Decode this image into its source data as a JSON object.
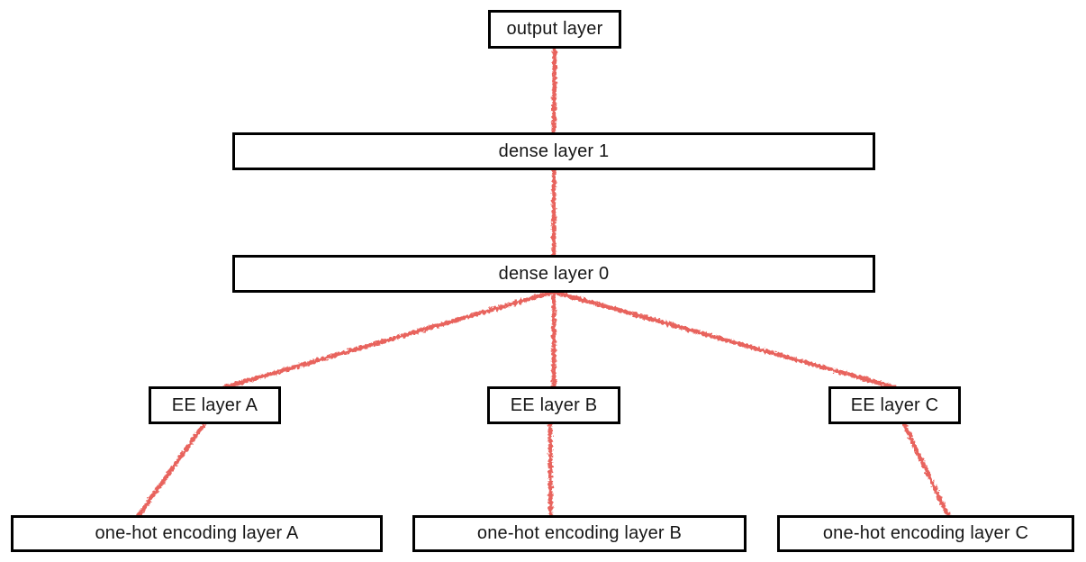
{
  "diagram": {
    "type": "neural-network-architecture",
    "edge_color": "#e8635d",
    "box_border_color": "#000000",
    "box_fill_color": "#ffffff",
    "nodes": {
      "output": {
        "label": "output layer"
      },
      "dense1": {
        "label": "dense layer 1"
      },
      "dense0": {
        "label": "dense layer 0"
      },
      "eeA": {
        "label": "EE layer A"
      },
      "eeB": {
        "label": "EE layer B"
      },
      "eeC": {
        "label": "EE layer C"
      },
      "onehotA": {
        "label": "one-hot encoding layer A"
      },
      "onehotB": {
        "label": "one-hot encoding layer B"
      },
      "onehotC": {
        "label": "one-hot encoding layer C"
      }
    },
    "edges": [
      {
        "from": "output",
        "to": "dense1"
      },
      {
        "from": "dense1",
        "to": "dense0"
      },
      {
        "from": "dense0",
        "to": "eeA"
      },
      {
        "from": "dense0",
        "to": "eeB"
      },
      {
        "from": "dense0",
        "to": "eeC"
      },
      {
        "from": "eeA",
        "to": "onehotA"
      },
      {
        "from": "eeB",
        "to": "onehotB"
      },
      {
        "from": "eeC",
        "to": "onehotC"
      }
    ]
  }
}
